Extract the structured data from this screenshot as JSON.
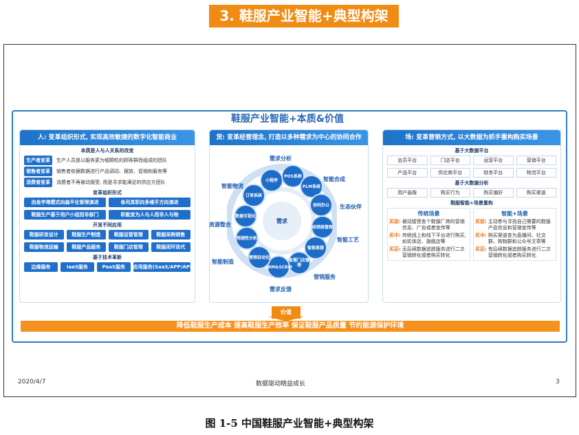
{
  "slide_title": "3. 鞋服产业智能+典型构架",
  "arch_title": "鞋服产业智能+本质&价值",
  "left_panel": {
    "header": "人: 变革组织形式, 实现高效敏捷的数字化智能商业",
    "section1": "本质是人与人关系的改变",
    "roles": [
      {
        "tag": "生产者变革",
        "text": "生产人员是以服务更为细颗粒的顾客群而组成的团队"
      },
      {
        "tag": "销售者变革",
        "text": "销售者依据数据进行产品调动、摆放、促销和服务等"
      },
      {
        "tag": "消费者变革",
        "text": "消费者不再被动接受, 而是寻求能满足的供应方团队"
      }
    ],
    "section2": "变革组织形式",
    "org_forms": [
      "由金字塔模式向扁平化管理演进",
      "各司其职向多维手方向演进",
      "鞋服生产基于用户小组而非部门",
      "职能变为人与人而非人与物"
    ],
    "section3": "开发不同应用",
    "apps": [
      "鞋服研发设计",
      "鞋服生产制造",
      "鞋服运营管理",
      "鞋服采购销售",
      "鞋服物流运输",
      "鞋服产品服务",
      "鞋服门店管理",
      "鞋服闭环迭代"
    ],
    "section4": "基于技术革新",
    "tech": [
      "边缘服务",
      "IaaS服务",
      "PaaS服务",
      "应用服务(SaaS/APP/API)"
    ]
  },
  "center_panel": {
    "header": "货: 变革经营理念, 打造以多种需求为中心的协同合作",
    "core": "需求",
    "nodes": [
      "小程序",
      "POS系统",
      "PLM系统",
      "协同办公",
      "经销商管理",
      "智能客服",
      "智慧门店管理",
      "CRM&SCRM",
      "营销自动化",
      "预测性分析",
      "数据可视化",
      "订单系统"
    ],
    "ring_labels": [
      "需求分析",
      "智能合成",
      "生态伙伴",
      "智能工艺",
      "营销服务",
      "需求反馈",
      "智能制造",
      "资源整合",
      "智能物流"
    ]
  },
  "right_panel": {
    "header": "场: 变革营销方式, 以大数据为抓手重构购买场景",
    "section1": "基于大数据平台",
    "platforms": [
      "会员平台",
      "门店平台",
      "运营平台",
      "营销平台",
      "产品平台",
      "供应商平台",
      "财务平台",
      "物流平台"
    ],
    "section2": "基于大数据分析",
    "analysis": [
      "用户画像",
      "购买行为",
      "购买偏好",
      "购买渠道"
    ],
    "section3": "鞋服智能+场景重构",
    "traditional": {
      "title": "传统场景",
      "items": [
        {
          "key": "买前:",
          "text": "被动接受各个鞋服厂商的营销信息、广告或者宣传等"
        },
        {
          "key": "买中:",
          "text": "传统线上和线下平台进行购买, 如实体店、旗舰店等"
        },
        {
          "key": "买后:",
          "text": "无后续数据追踪服务进行二次营销转化或者购买转化"
        }
      ]
    },
    "smart": {
      "title": "智能+场景",
      "items": [
        {
          "key": "买前:",
          "text": "主动参与寻找自己需要的鞋服产品信息和营销宣传等"
        },
        {
          "key": "买中:",
          "text": "购买渠道变为直播间、社交群、购物群和公众号文章等"
        },
        {
          "key": "买后:",
          "text": "有后续数据追踪服务进行二次营销转化或者购买转化"
        }
      ]
    }
  },
  "value_label": "价值",
  "value_bar": "降低鞋服生产成本 提高鞋服生产效率 保证鞋服产品质量 节约能源保护环境",
  "footer": {
    "date": "2020/4/7",
    "center": "数据驱动精益成长",
    "page": "3"
  },
  "caption": "图 1-5 中国鞋服产业智能+典型构架",
  "colors": {
    "accent_orange": "#f08c14",
    "primary_blue": "#1f6fcb",
    "frame_blue": "#2f79c8"
  }
}
